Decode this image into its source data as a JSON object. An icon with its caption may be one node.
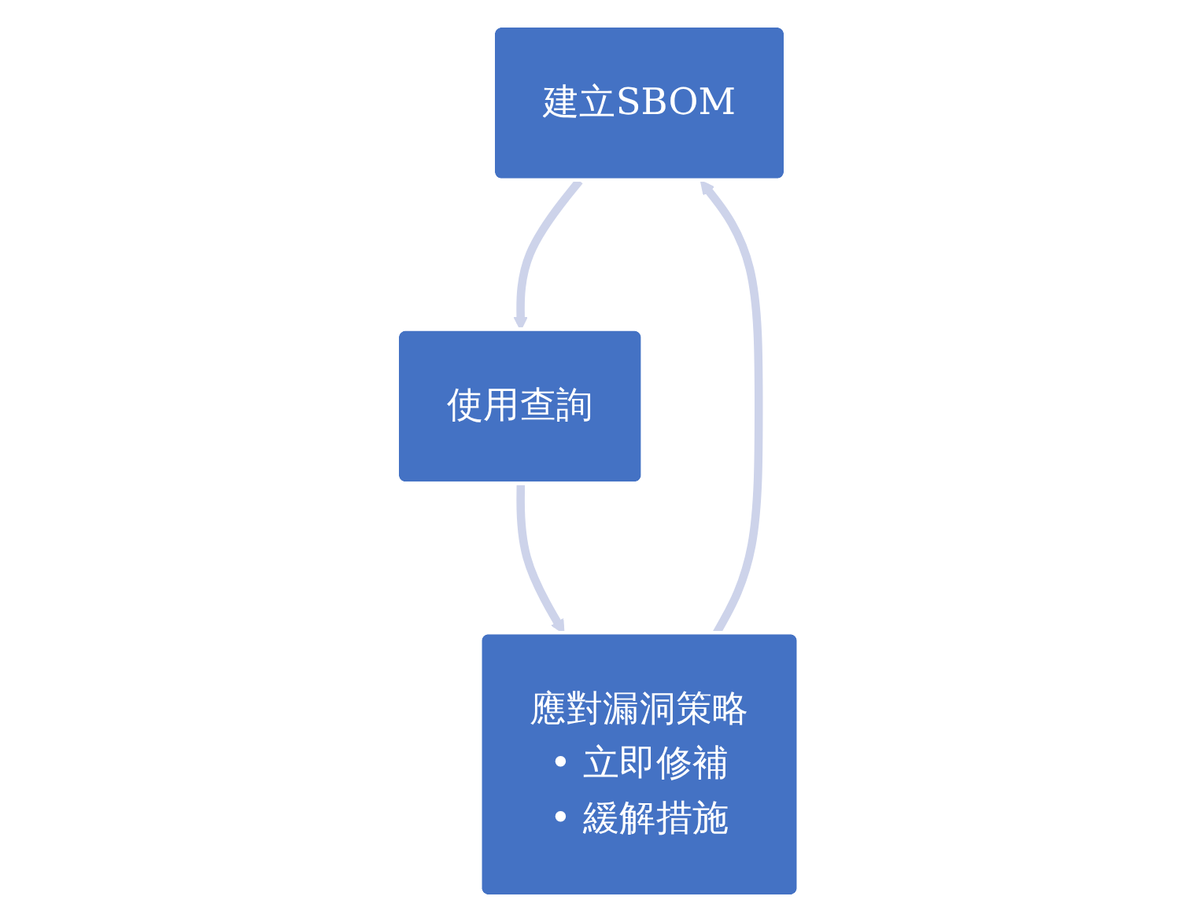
{
  "diagram": {
    "nodes": [
      {
        "text": [
          "建立SBOM"
        ]
      },
      {
        "text": [
          "使用查詢"
        ]
      },
      {
        "text": [
          "應對漏洞策略",
          "• 立即修補",
          "• 緩解措施"
        ]
      }
    ],
    "edges": [
      {
        "from": 0,
        "to": 1,
        "arrow": "to"
      },
      {
        "from": 1,
        "to": 2,
        "arrow": "to"
      },
      {
        "from": 2,
        "to": 0,
        "arrow": "to"
      }
    ]
  }
}
